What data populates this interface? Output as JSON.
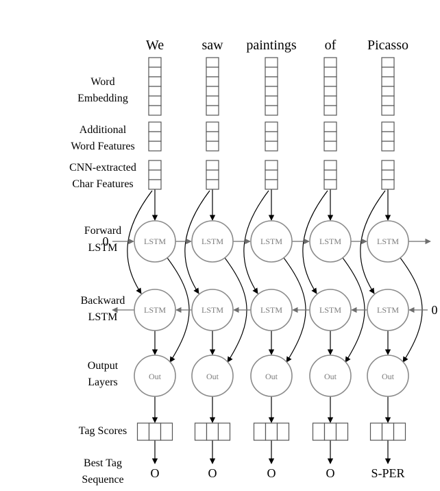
{
  "words": [
    "We",
    "saw",
    "paintings",
    "of",
    "Picasso"
  ],
  "row_labels": {
    "word_embedding": [
      "Word",
      "Embedding"
    ],
    "additional_features": [
      "Additional",
      "Word Features"
    ],
    "char_features": [
      "CNN-extracted",
      "Char Features"
    ],
    "forward_lstm": [
      "Forward",
      "LSTM"
    ],
    "backward_lstm": [
      "Backward",
      "LSTM"
    ],
    "output_layers": [
      "Output",
      "Layers"
    ],
    "tag_scores": [
      "Tag Scores"
    ],
    "best_tag": [
      "Best Tag",
      "Sequence"
    ]
  },
  "node_labels": {
    "lstm": "LSTM",
    "out": "Out"
  },
  "initial_states": {
    "forward": "0",
    "backward": "0"
  },
  "tags": [
    "O",
    "O",
    "O",
    "O",
    "S-PER"
  ],
  "colors": {
    "node_stroke": "#8a8a8a",
    "node_text": "#7a7a7a",
    "recurrent_arrow": "#6e6e6e",
    "flow_arrow": "#000000"
  }
}
